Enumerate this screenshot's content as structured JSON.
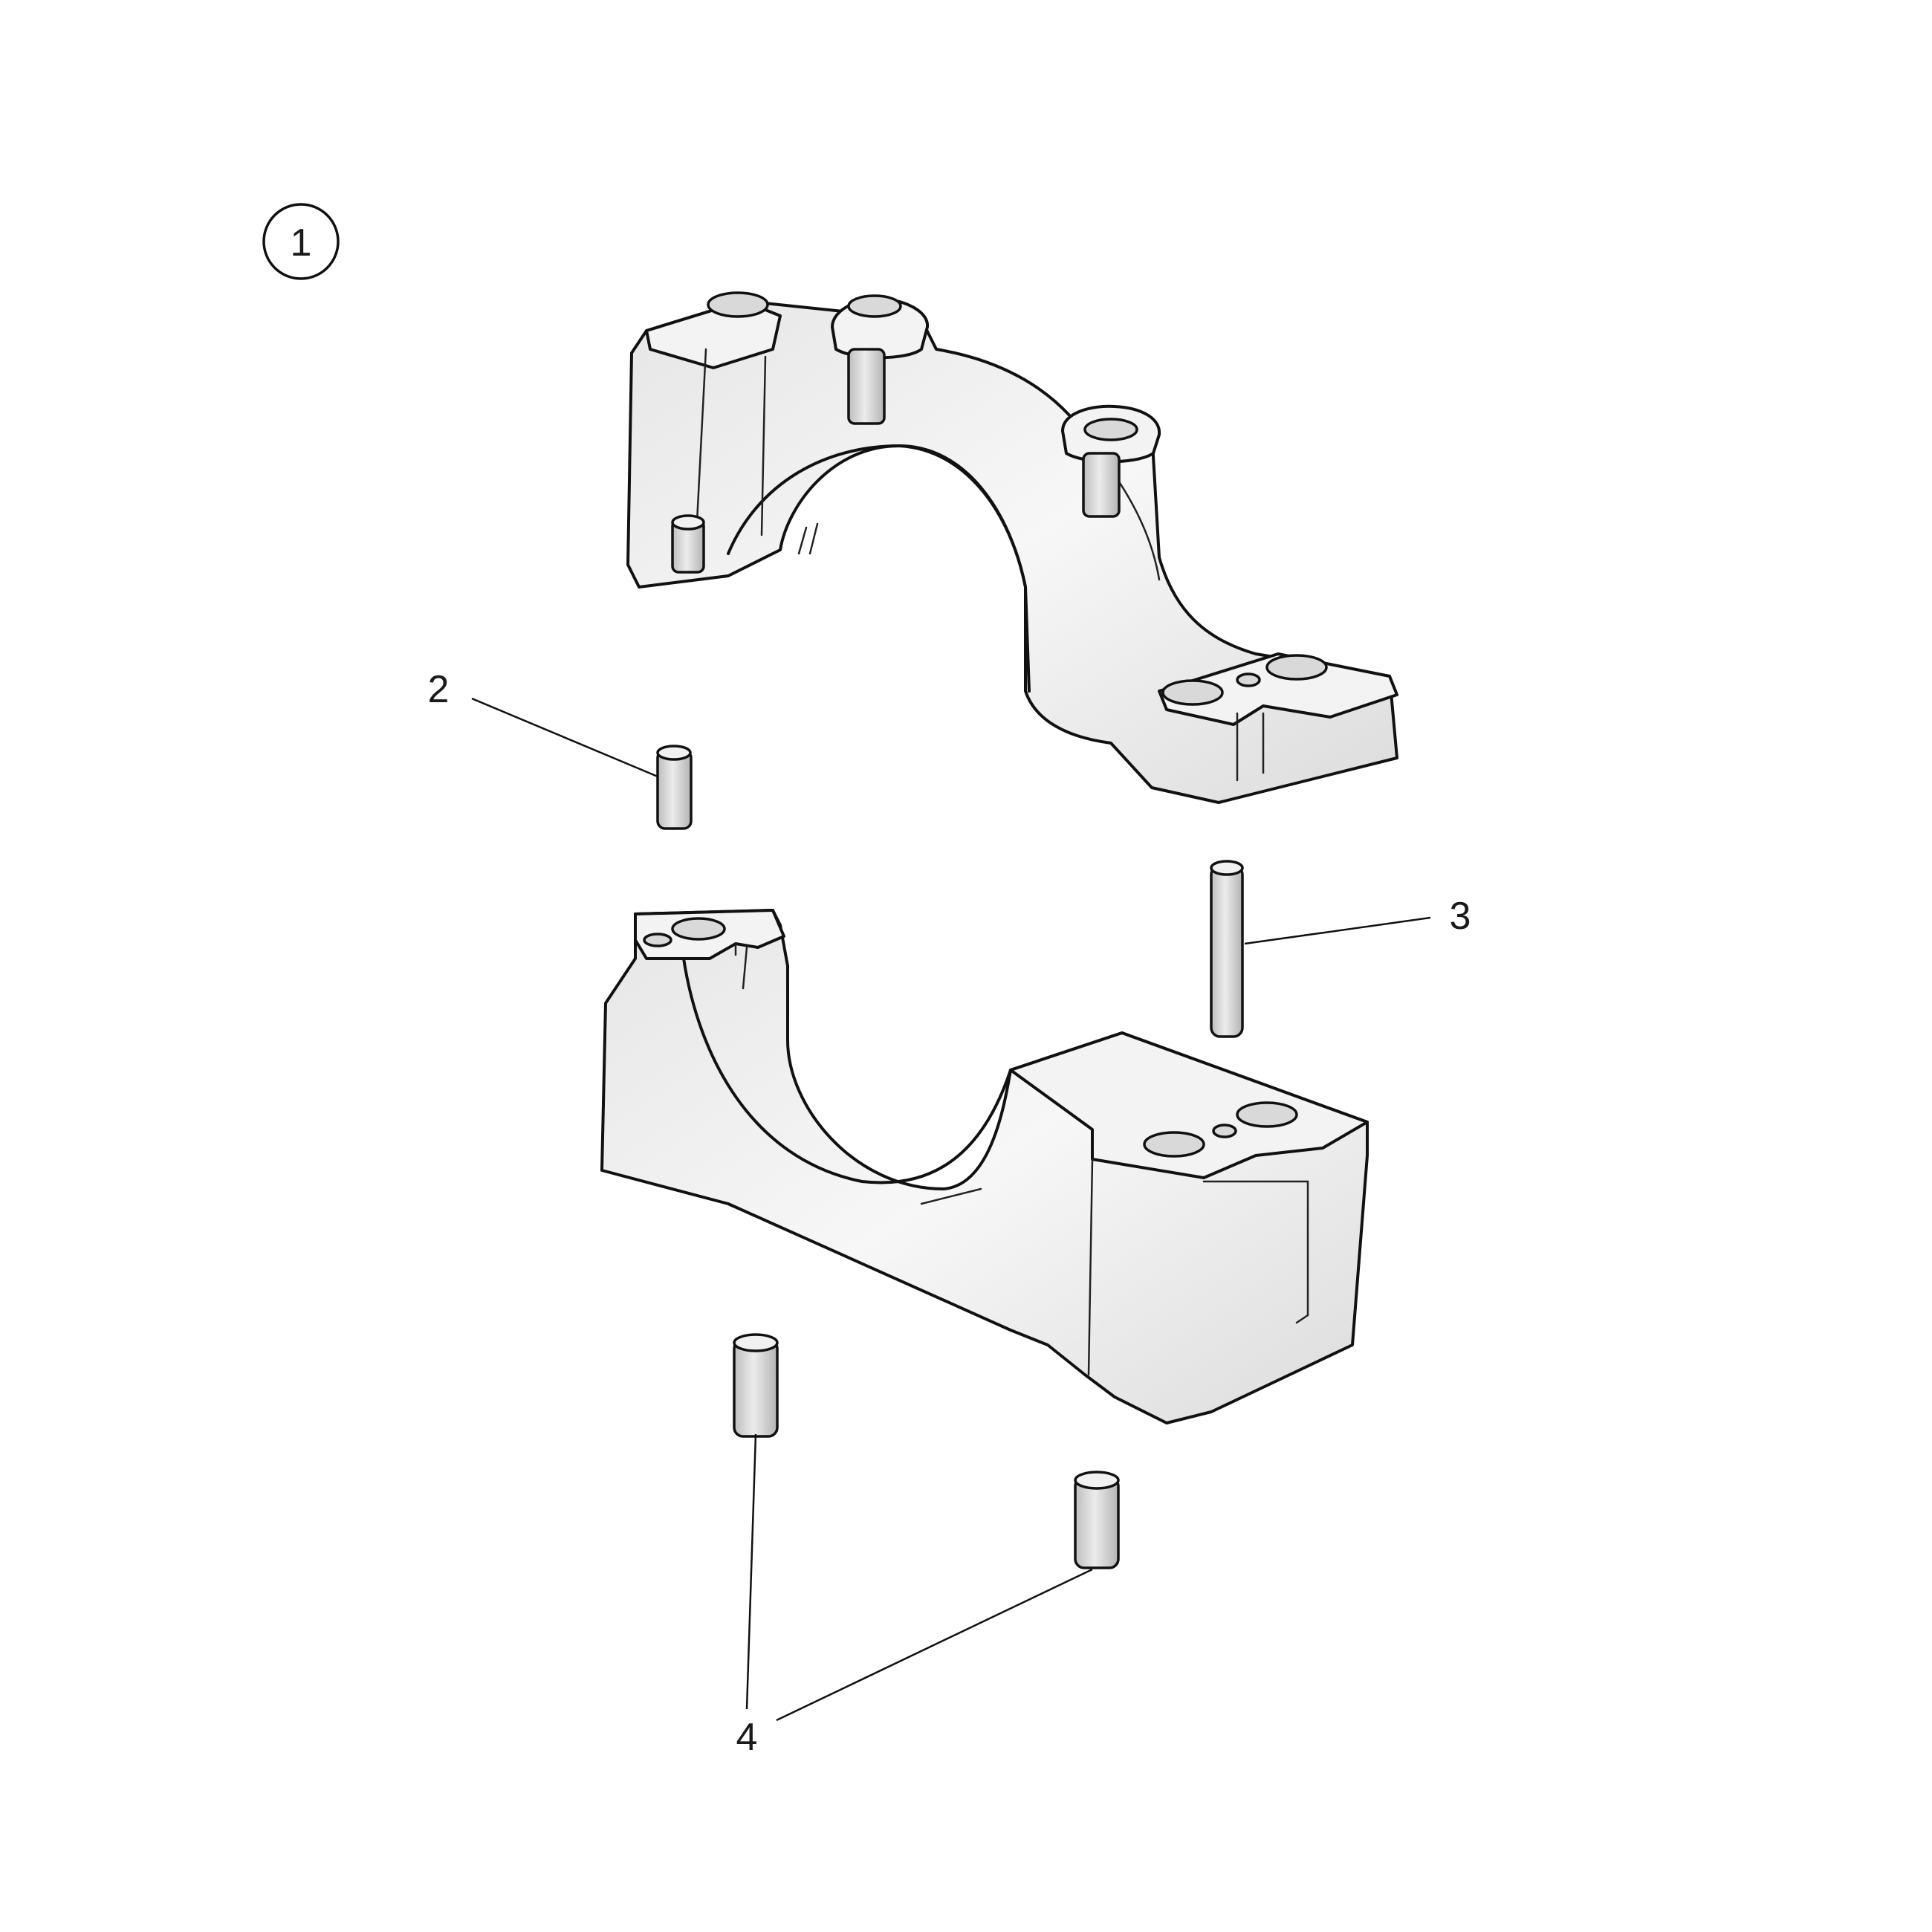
{
  "diagram": {
    "assembly_label": "1",
    "parts": [
      {
        "id": "bearing-cap-upper",
        "label": ""
      },
      {
        "id": "bearing-cap-lower",
        "label": ""
      },
      {
        "id": "pin-short",
        "label": "2"
      },
      {
        "id": "pin-long",
        "label": "3"
      },
      {
        "id": "dowel-sleeve-pair",
        "label": "4"
      }
    ]
  }
}
